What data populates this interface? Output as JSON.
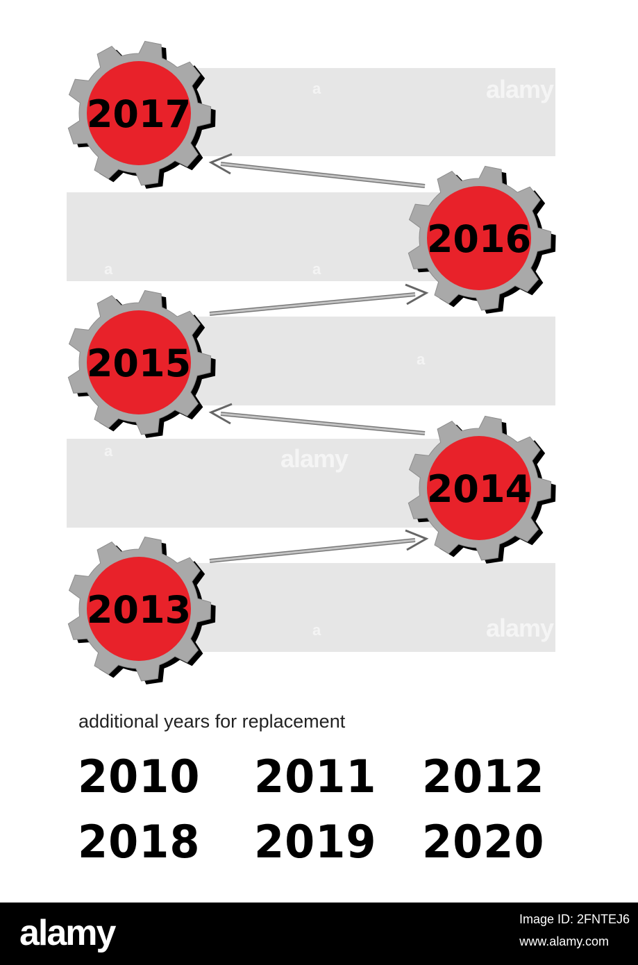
{
  "timeline": {
    "milestones": [
      {
        "year": "2017"
      },
      {
        "year": "2016"
      },
      {
        "year": "2015"
      },
      {
        "year": "2014"
      },
      {
        "year": "2013"
      }
    ]
  },
  "colors": {
    "band": "#e6e6e6",
    "gear": "#a9a9a9",
    "gear_shadow": "#000000",
    "disc": "#e8222a",
    "year_text": "#000000",
    "arrow": "#b3b3b3"
  },
  "extra": {
    "subtitle": "additional years for replacement",
    "years": [
      "2010",
      "2011",
      "2012",
      "2018",
      "2019",
      "2020"
    ]
  },
  "watermark": {
    "text": "alamy",
    "letter": "a"
  },
  "footer": {
    "logo": "alamy",
    "image_id": "Image ID: 2FNTEJ6",
    "website": "www.alamy.com"
  }
}
